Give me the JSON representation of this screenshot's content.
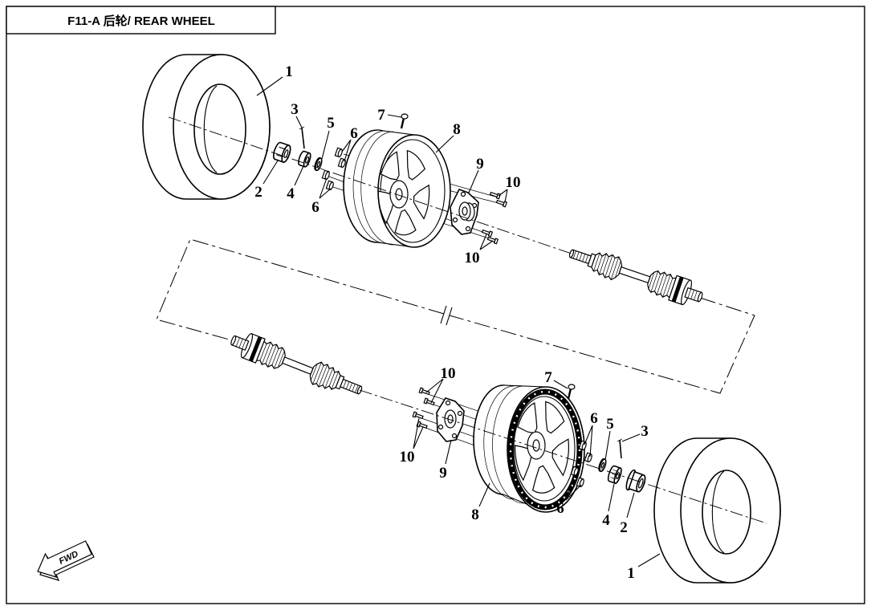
{
  "title": "F11-A 后轮/ REAR WHEEL",
  "fwd_label": "FWD",
  "callouts_upper": [
    "1",
    "3",
    "5",
    "6",
    "7",
    "8",
    "9",
    "10",
    "2",
    "4",
    "6",
    "10"
  ],
  "callouts_lower": [
    "10",
    "7",
    "6",
    "5",
    "3",
    "10",
    "9",
    "8",
    "6",
    "4",
    "2",
    "1"
  ],
  "colors": {
    "line": "#000000",
    "background": "#ffffff"
  }
}
